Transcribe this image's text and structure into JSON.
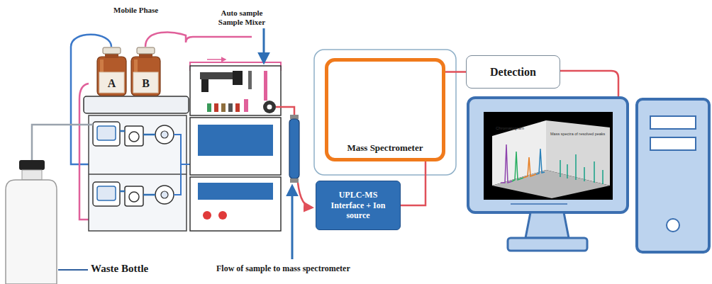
{
  "diagram": {
    "nodes": [
      {
        "text": [
          "A"
        ]
      },
      {
        "text": [
          "B"
        ]
      },
      {
        "text": [
          "Mass Spectrometer"
        ]
      },
      {
        "text": [
          "Detection"
        ]
      },
      {
        "text": [
          "UPLC-MS Interface + Ion source"
        ]
      }
    ],
    "edges": [
      {
        "from": 4,
        "to": 2,
        "arrow": "none"
      },
      {
        "from": 2,
        "to": 3,
        "arrow": "none"
      }
    ],
    "labels": [
      "Mobile Phase",
      "Auto sample Sample Mixer",
      "Waste Bottle",
      "Flow of sample to mass spectrometer",
      "Chromatogram",
      "Mass spectra of resolved peaks"
    ]
  }
}
